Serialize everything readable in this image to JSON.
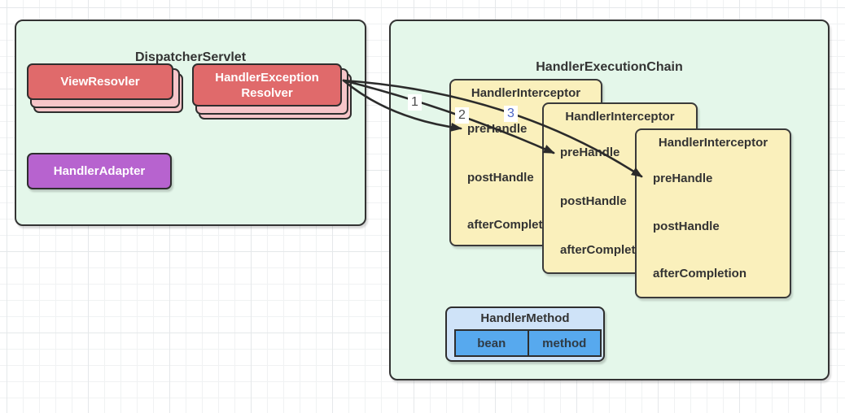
{
  "dispatcher": {
    "title": "DispatcherServlet",
    "view_resolver_label": "ViewResovler",
    "exception_resolver_label": "HandlerException Resolver",
    "handler_adapter_label": "HandlerAdapter"
  },
  "execution_chain": {
    "title": "HandlerExecutionChain",
    "interceptors": [
      {
        "title": "HandlerInterceptor",
        "methods": [
          "preHandle",
          "postHandle",
          "afterCompletion"
        ]
      },
      {
        "title": "HandlerInterceptor",
        "methods": [
          "preHandle",
          "postHandle",
          "afterCompletion"
        ]
      },
      {
        "title": "HandlerInterceptor",
        "methods": [
          "preHandle",
          "postHandle",
          "afterCompletion"
        ]
      }
    ],
    "handler_method": {
      "title": "HandlerMethod",
      "bean_label": "bean",
      "method_label": "method"
    }
  },
  "arrows": {
    "label_1": "1",
    "label_2": "2",
    "label_3": "3"
  },
  "colors": {
    "container_fill": "#e4f7ea",
    "red_card_fill": "#e06a6b",
    "red_stack_fill": "#f7c5c9",
    "purple_card_fill": "#b763cf",
    "yellow_note_fill": "#faf0bc",
    "blue_box_fill": "#cfe3f8",
    "blue_cell_fill": "#57a9ee",
    "shape_border": "#2e2e2e",
    "arrow_stroke": "#2b2b2b",
    "label_1_2_color": "#4a4a4a",
    "label_3_color": "#4e68c6"
  }
}
